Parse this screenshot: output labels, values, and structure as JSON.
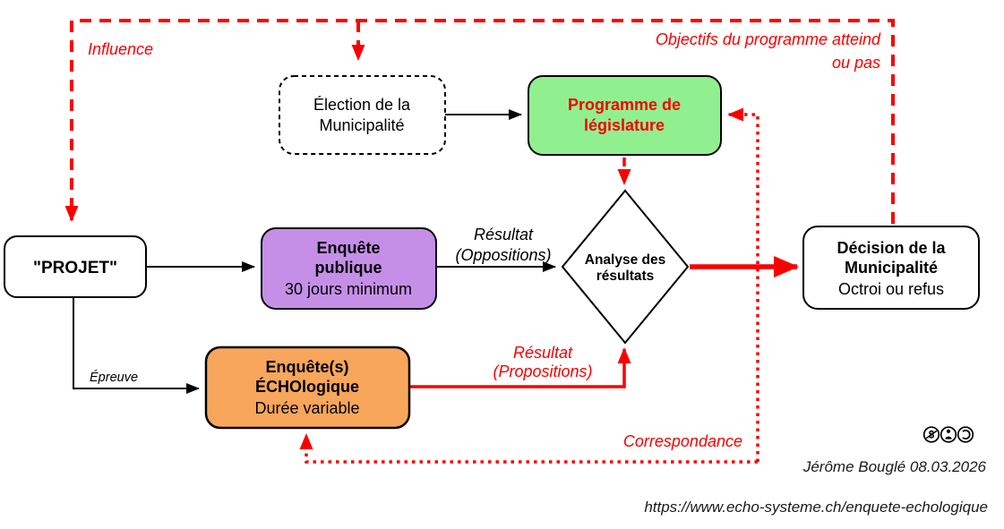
{
  "title": "Enquête ÉCHOlogique process flowchart",
  "colors": {
    "red": "#fa0000",
    "green": "#90f090",
    "purple": "#c58fe8",
    "orange": "#f7a65b",
    "black": "#000000",
    "white": "#ffffff"
  },
  "nodes": {
    "projet": {
      "label": "\"PROJET\""
    },
    "election": {
      "line1": "Élection de la",
      "line2": "Municipalité"
    },
    "programme": {
      "line1": "Programme de",
      "line2": "législature"
    },
    "enquete_publique": {
      "line1": "Enquête",
      "line2": "publique",
      "line3": "30 jours minimum"
    },
    "enquete_echologique": {
      "line1": "Enquête(s)",
      "line2": "ÉCHOlogique",
      "line3": "Durée variable"
    },
    "analyse": {
      "line1": "Analyse des",
      "line2": "résultats"
    },
    "decision": {
      "line1": "Décision de la",
      "line2": "Municipalité",
      "line3": "Octroi ou refus"
    }
  },
  "labels": {
    "influence": "Influence",
    "objectifs": {
      "line1": "Objectifs du programme atteind",
      "line2": "ou pas"
    },
    "resultat_oppositions": {
      "line1": "Résultat",
      "line2": "(Oppositions)"
    },
    "resultat_propositions": {
      "line1": "Résultat",
      "line2": "(Propositions)"
    },
    "epreuve": "Épreuve",
    "correspondance": "Correspondance"
  },
  "edges": [
    {
      "from": "decision",
      "to": "projet",
      "style": "red-dashed",
      "label": "Influence / Objectifs du programme atteind ou pas"
    },
    {
      "from": "decision",
      "to": "election",
      "style": "red-dashed",
      "label": "Objectifs du programme atteind ou pas"
    },
    {
      "from": "election",
      "to": "programme",
      "style": "black-solid",
      "label": ""
    },
    {
      "from": "programme",
      "to": "analyse",
      "style": "red-dashed",
      "label": ""
    },
    {
      "from": "projet",
      "to": "enquete_publique",
      "style": "black-solid",
      "label": ""
    },
    {
      "from": "projet",
      "to": "enquete_echologique",
      "style": "black-solid",
      "label": "Épreuve"
    },
    {
      "from": "enquete_publique",
      "to": "analyse",
      "style": "black-solid",
      "label": "Résultat (Oppositions)"
    },
    {
      "from": "enquete_echologique",
      "to": "analyse",
      "style": "red-solid",
      "label": "Résultat (Propositions)"
    },
    {
      "from": "analyse",
      "to": "decision",
      "style": "red-thick-solid",
      "label": ""
    },
    {
      "from": "analyse",
      "to": "programme",
      "style": "red-dotted",
      "label": "Correspondance"
    },
    {
      "from": "analyse",
      "to": "enquete_echologique",
      "style": "red-dotted",
      "label": "Correspondance"
    }
  ],
  "footer": {
    "credit": "Jérôme Bouglé 08.03.2026",
    "url": "https://www.echo-systeme.ch/enquete-echologique"
  },
  "icons": [
    {
      "name": "cc-nc-icon",
      "meaning": "non-commercial (crossed dollar)"
    },
    {
      "name": "cc-by-icon",
      "meaning": "attribution (person)"
    },
    {
      "name": "copyleft-icon",
      "meaning": "reversed C copyleft"
    }
  ]
}
